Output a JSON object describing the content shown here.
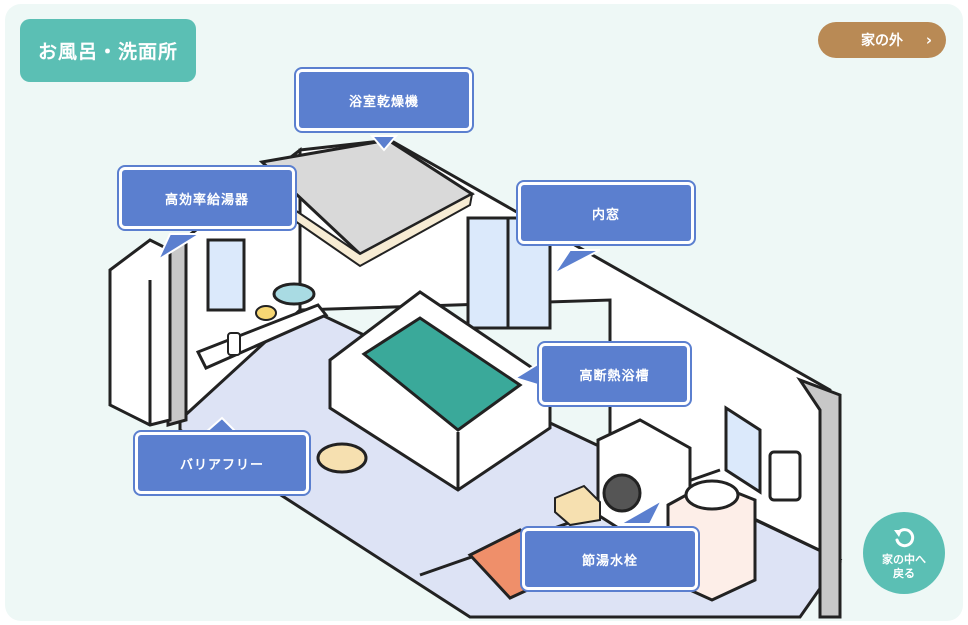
{
  "room_title": "お風呂・洗面所",
  "outside_button": {
    "label": "家の外",
    "chevron": "›"
  },
  "back_button": {
    "line1": "家の中へ",
    "line2": "戻る",
    "icon": "undo-arrow-icon"
  },
  "callouts": {
    "bathroom_dryer": "浴室乾燥機",
    "water_heater": "高効率給湯器",
    "inner_window": "内窓",
    "insulated_bathtub": "高断熱浴槽",
    "barrier_free": "バリアフリー",
    "water_saving_faucet": "節湯水栓"
  },
  "colors": {
    "panel_bg": "#eef8f6",
    "accent_teal": "#5bbfb4",
    "outside_brown": "#b98a55",
    "callout_blue": "#5b7fcf",
    "floor": "#dde3f5",
    "water": "#3aa99a"
  }
}
